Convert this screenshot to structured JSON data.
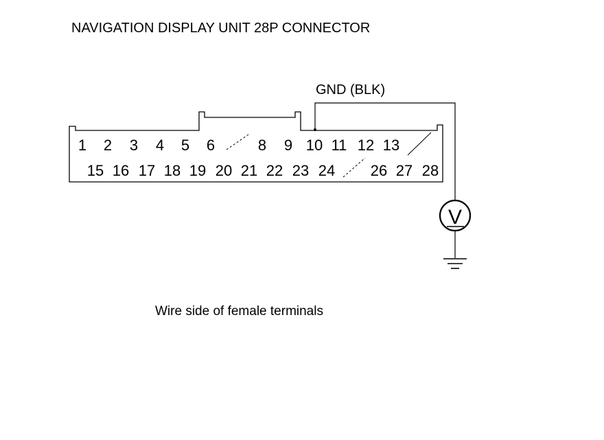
{
  "title": "NAVIGATION DISPLAY UNIT 28P CONNECTOR",
  "ground_label": "GND (BLK)",
  "caption": "Wire side of female terminals",
  "meter_symbol": "V",
  "pins_top": [
    "1",
    "2",
    "3",
    "4",
    "5",
    "6",
    "8",
    "9",
    "10",
    "11",
    "12",
    "13"
  ],
  "pins_bottom": [
    "15",
    "16",
    "17",
    "18",
    "19",
    "20",
    "21",
    "22",
    "23",
    "24",
    "26",
    "27",
    "28"
  ],
  "unused_pins": [
    "7",
    "14",
    "25"
  ],
  "probe_pin": "10"
}
